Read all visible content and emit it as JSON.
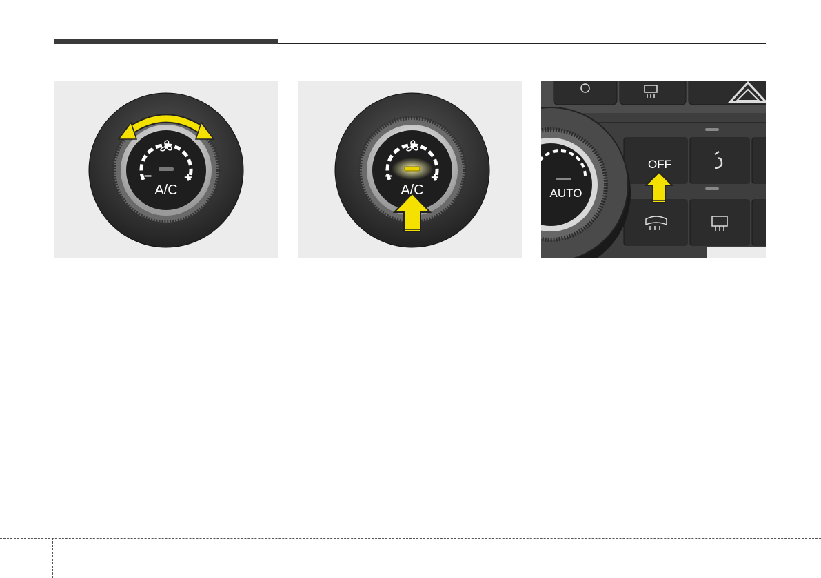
{
  "panels": {
    "rotate": {
      "knob": {
        "label": "A/C",
        "minus": "–",
        "plus": "+"
      }
    },
    "press": {
      "knob": {
        "label": "A/C",
        "minus": "–",
        "plus": "+"
      }
    },
    "off": {
      "knob_label": "AUTO",
      "off_button_label": "OFF"
    }
  },
  "colors": {
    "arrow_yellow": "#f5e100",
    "panel_bg": "#ececec",
    "knob_face": "#1e1e1e"
  }
}
